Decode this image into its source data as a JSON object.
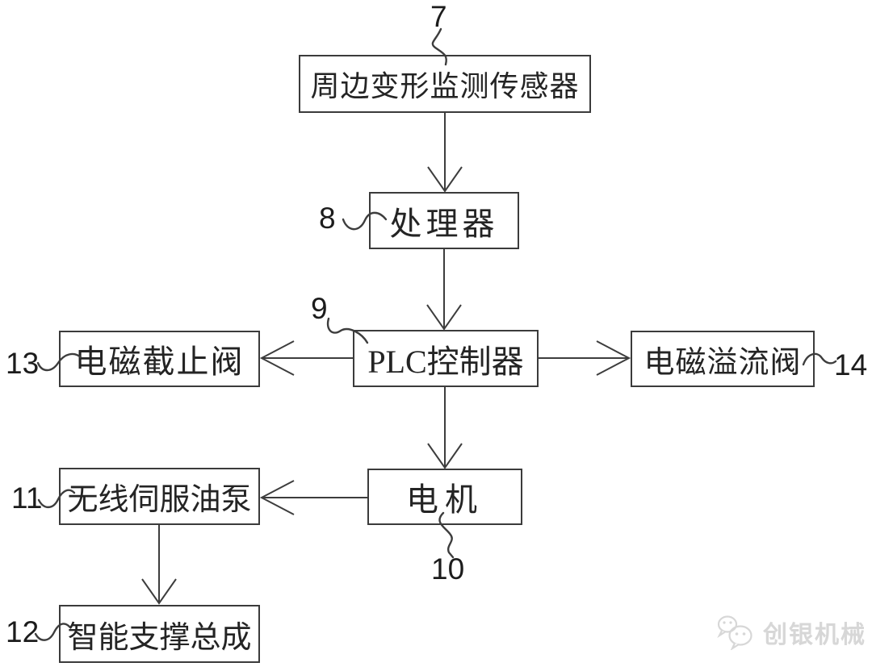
{
  "diagram": {
    "title_hint": "patent-style control system block diagram",
    "line_color": "#3d3d3d",
    "background_color": "#ffffff",
    "boxes": {
      "sensor": {
        "ref": "7",
        "label": "周边变形监测传感器"
      },
      "processor": {
        "ref": "8",
        "label": "处理器"
      },
      "plc": {
        "ref": "9",
        "label": "PLC控制器"
      },
      "motor": {
        "ref": "10",
        "label": "电机"
      },
      "pump": {
        "ref": "11",
        "label": "无线伺服油泵"
      },
      "support": {
        "ref": "12",
        "label": "智能支撑总成"
      },
      "stop_valve": {
        "ref": "13",
        "label": "电磁截止阀"
      },
      "relief_valve": {
        "ref": "14",
        "label": "电磁溢流阀"
      }
    },
    "connections": [
      {
        "from": "sensor",
        "to": "processor",
        "direction": "down"
      },
      {
        "from": "processor",
        "to": "plc",
        "direction": "down"
      },
      {
        "from": "plc",
        "to": "stop_valve",
        "direction": "left"
      },
      {
        "from": "plc",
        "to": "relief_valve",
        "direction": "right"
      },
      {
        "from": "plc",
        "to": "motor",
        "direction": "down"
      },
      {
        "from": "motor",
        "to": "pump",
        "direction": "left"
      },
      {
        "from": "pump",
        "to": "support",
        "direction": "down"
      }
    ]
  },
  "watermark": {
    "text": "创银机械",
    "icon": "chat-bubbles-logo-icon",
    "color": "#d7d7d7"
  }
}
